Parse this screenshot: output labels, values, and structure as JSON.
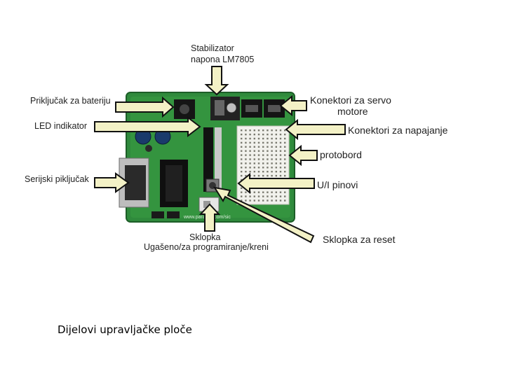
{
  "diagram": {
    "labels": {
      "stabilizator_line1": "Stabilizator",
      "stabilizator_line2": "napona LM7805",
      "prikljucak_baterija": "Priključak za bateriju",
      "led_indikator": "LED indikator",
      "serijski_prikljucak": "Serijski piključak",
      "konektori_servo_line1": "Konektori za servo",
      "konektori_servo_line2": "motore",
      "konektori_napajanje": "Konektori za napajanje",
      "protobord": "protobord",
      "ui_pinovi": "U/I pinovi",
      "sklopka_line1": "Sklopka",
      "sklopka_line2": "Ugašeno/za programiranje/kreni",
      "sklopka_reset": "Sklopka za reset"
    },
    "board_text": "www.parallax.com/sic",
    "caption": "Dijelovi upravljačke ploče"
  },
  "colors": {
    "board": "#2f8a3c",
    "board_dark": "#1f6b2c",
    "arrow_fill": "#f3f1c6",
    "arrow_stroke": "#111111"
  }
}
